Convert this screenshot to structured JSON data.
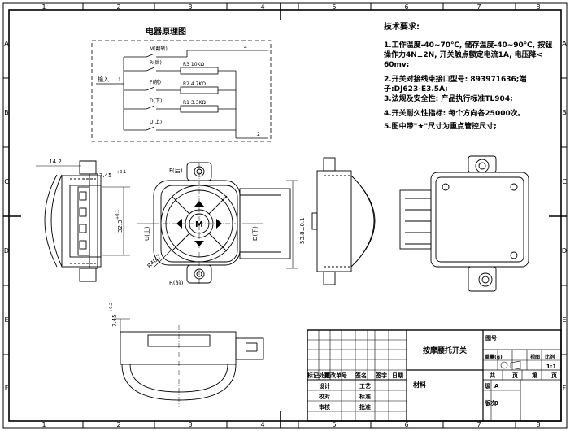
{
  "frame": {
    "columns": [
      "1",
      "2",
      "3",
      "4",
      "5",
      "6",
      "7",
      "8"
    ],
    "rows": [
      "A",
      "B",
      "C",
      "D",
      "E",
      "F"
    ]
  },
  "circuit": {
    "title": "电器原理图",
    "input_label": "输入",
    "input_node": "1",
    "output_top": "4",
    "output_bottom": "2",
    "switches": [
      {
        "label": "M(翻转)"
      },
      {
        "label": "R(后)",
        "resistor": "R3 10KΩ"
      },
      {
        "label": "F(前)",
        "resistor": "R2 4.7KΩ"
      },
      {
        "label": "D(下)",
        "resistor": "R1 3.3KΩ"
      },
      {
        "label": "U(上)"
      }
    ]
  },
  "requirements": {
    "title": "技术要求:",
    "items": [
      "1.工作温度-40~70℃, 储存温度-40~90℃, 按钮",
      "操作力4N±2N, 开关触点额定电流1A, 电压降<",
      "60mv;",
      "2.开关对接线束接口型号: 893971636;端",
      "子:DJ623-E3.5A;",
      "3.法规及安全性: 产品执行标准TL904;",
      "4.开关耐久性指标: 每个方向各25000次。",
      "5.图中带\"★\"尺寸为重点管控尺寸;"
    ]
  },
  "dimensions": {
    "width_top": "14.2",
    "offset": "7.45",
    "offset_tol": "+0.1",
    "height_side": "32.3",
    "height_side_tol": "+0.1",
    "height_front": "53.8±0.1",
    "radius": "R40.7",
    "bottom_offset": "7.45",
    "bottom_offset_tol": "+0.2"
  },
  "front_view": {
    "label_top": "F(后)",
    "label_bottom": "R(前)",
    "label_left": "U(上)",
    "label_right": "D(下)",
    "center_symbol": "M"
  },
  "title_block": {
    "part_name": "按摩腰托开关",
    "drawing_no_label": "图号",
    "weight_label": "重量(g)",
    "scale_header": "比例",
    "scale_label": "视图",
    "scale_value": "1:1",
    "sheet_total_label": "共",
    "sheet_unit1": "页",
    "sheet_no_label": "第",
    "sheet_unit2": "页",
    "grade_label": "级",
    "grade_value": "A",
    "version_label": "版次",
    "version_value": "0",
    "material_label": "材料",
    "rev_header": [
      "标记",
      "处数",
      "更改单号",
      "签名",
      "签字",
      "日期"
    ],
    "roles": [
      {
        "left": "设计",
        "right": "工艺"
      },
      {
        "left": "校对",
        "right": "标准"
      },
      {
        "left": "审核",
        "right": "批准"
      }
    ]
  }
}
